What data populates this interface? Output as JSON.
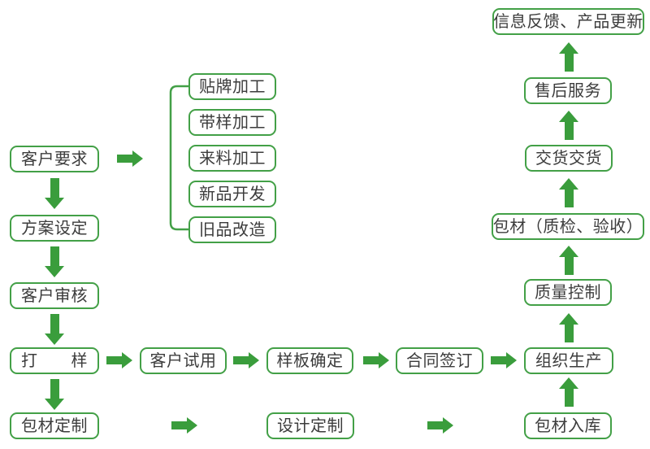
{
  "colors": {
    "arrow": "#3a9d3c",
    "border": "#43a047",
    "text": "#3c3c3c",
    "bg": "#ffffff"
  },
  "diagram_type": "flowchart",
  "nodes": {
    "customer_requirements": {
      "label": "客户要求"
    },
    "plan_setting": {
      "label": "方案设定"
    },
    "customer_review": {
      "label": "客户审核"
    },
    "sampling": {
      "label": "打　　样"
    },
    "packaging_custom": {
      "label": "包材定制"
    },
    "oem_processing": {
      "label": "贴牌加工"
    },
    "sample_processing": {
      "label": "带样加工"
    },
    "material_processing": {
      "label": "来料加工"
    },
    "new_product_dev": {
      "label": "新品开发"
    },
    "old_product_remake": {
      "label": "旧品改造"
    },
    "customer_trial": {
      "label": "客户试用"
    },
    "sample_confirmation": {
      "label": "样板确定"
    },
    "contract_signing": {
      "label": "合同签订"
    },
    "organize_production": {
      "label": "组织生产"
    },
    "design_customization": {
      "label": "设计定制"
    },
    "packaging_storage": {
      "label": "包材入库"
    },
    "quality_control": {
      "label": "质量控制"
    },
    "packaging_inspection": {
      "label": "包材（质检、验收）"
    },
    "delivery": {
      "label": "交货交货"
    },
    "after_sales": {
      "label": "售后服务"
    },
    "feedback_update": {
      "label": "信息反馈、产品更新"
    }
  }
}
